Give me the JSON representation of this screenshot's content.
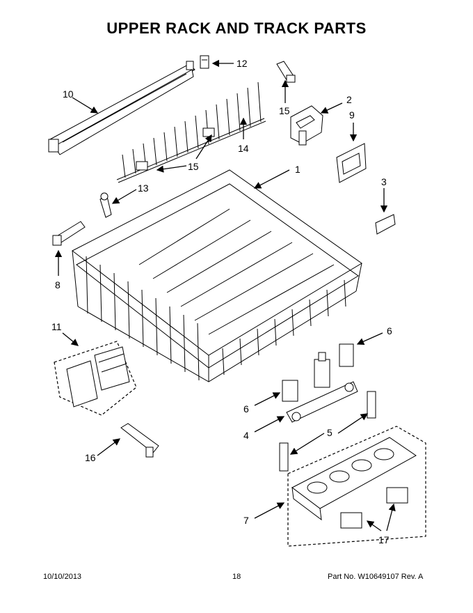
{
  "page": {
    "title": "UPPER RACK AND TRACK PARTS",
    "footer": {
      "date": "10/10/2013",
      "page_number": "18",
      "part_info": "Part No.  W10649107  Rev.  A"
    }
  },
  "callouts": {
    "c1": "1",
    "c2": "2",
    "c3": "3",
    "c4": "4",
    "c5": "5",
    "c6a": "6",
    "c6b": "6",
    "c7": "7",
    "c8": "8",
    "c9": "9",
    "c10": "10",
    "c11": "11",
    "c12": "12",
    "c13": "13",
    "c14": "14",
    "c15a": "15",
    "c15b": "15",
    "c16": "16",
    "c17": "17"
  }
}
